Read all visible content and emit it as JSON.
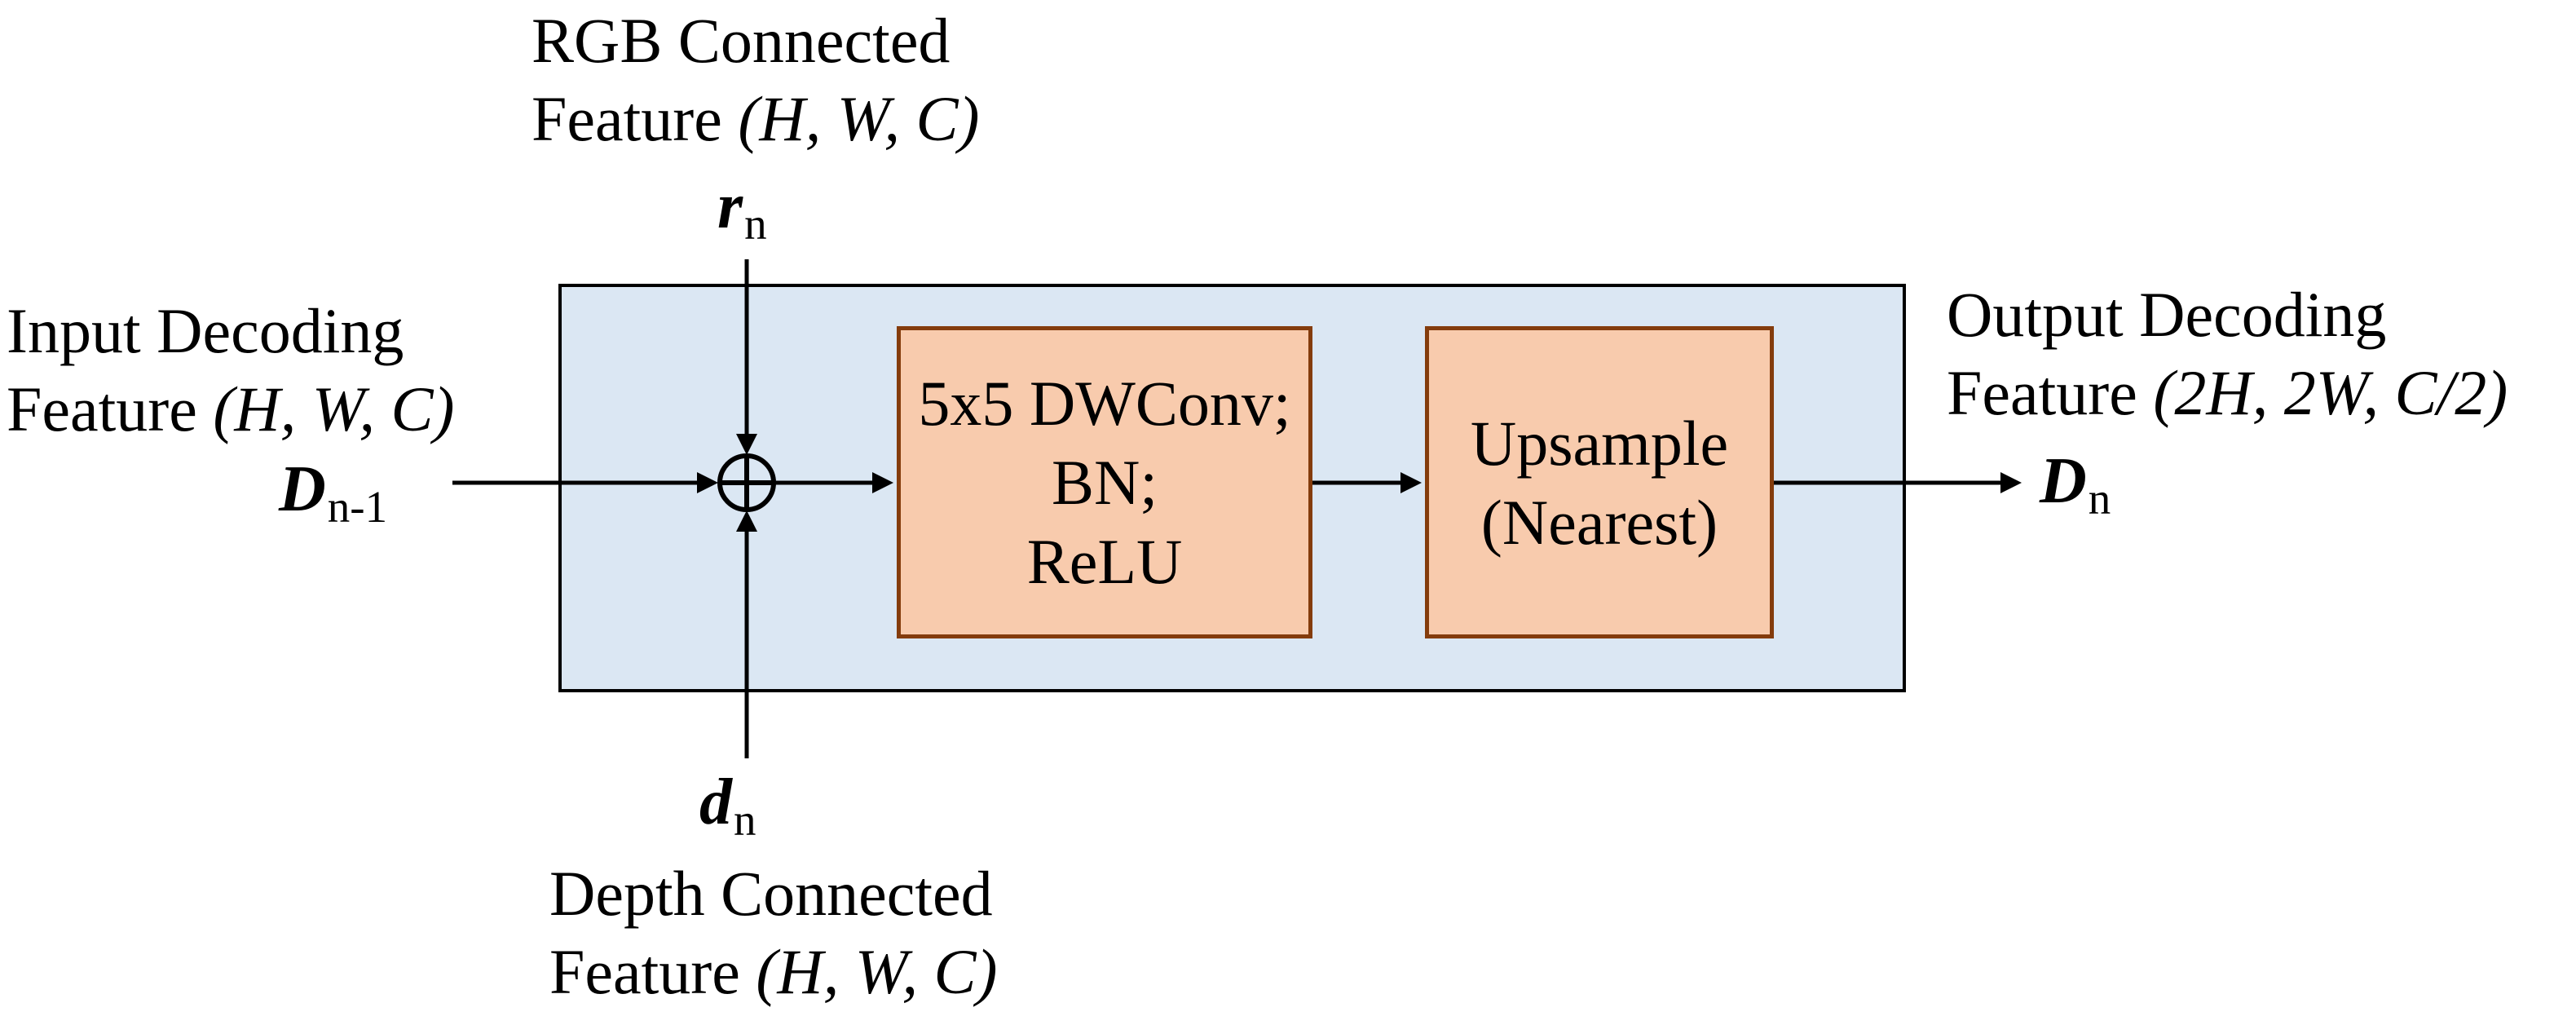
{
  "colors": {
    "container_fill": "#dbe7f3",
    "container_border": "#000000",
    "block_fill": "#f8cbad",
    "block_border": "#843c0c",
    "line_color": "#000000",
    "text_color": "#000000",
    "page_bg": "#ffffff"
  },
  "labels": {
    "rgb_connected": {
      "line1": "RGB Connected",
      "line2_normal": "Feature ",
      "line2_italic": "(H, W, C)"
    },
    "input_decoding": {
      "line1": "Input Decoding",
      "line2_normal": "Feature ",
      "line2_italic": "(H, W, C)"
    },
    "output_decoding": {
      "line1": "Output Decoding",
      "line2_normal": "Feature ",
      "line2_italic": "(2H, 2W, C/2)"
    },
    "depth_connected": {
      "line1": "Depth Connected",
      "line2_normal": "Feature ",
      "line2_italic": "(H, W, C)"
    }
  },
  "symbols": {
    "rgb_input": {
      "base": "r",
      "sub": "n"
    },
    "decoder_input": {
      "base": "D",
      "sub": "n-1"
    },
    "decoder_output": {
      "base": "D",
      "sub": "n"
    },
    "depth_input": {
      "base": "d",
      "sub": "n"
    }
  },
  "blocks": {
    "dwconv": {
      "line1": "5x5 DWConv;",
      "line2": "BN;",
      "line3": "ReLU"
    },
    "upsample": {
      "line1": "Upsample",
      "line2": "(Nearest)"
    }
  },
  "operator": {
    "type": "element-wise-add",
    "glyph": "⊕"
  }
}
